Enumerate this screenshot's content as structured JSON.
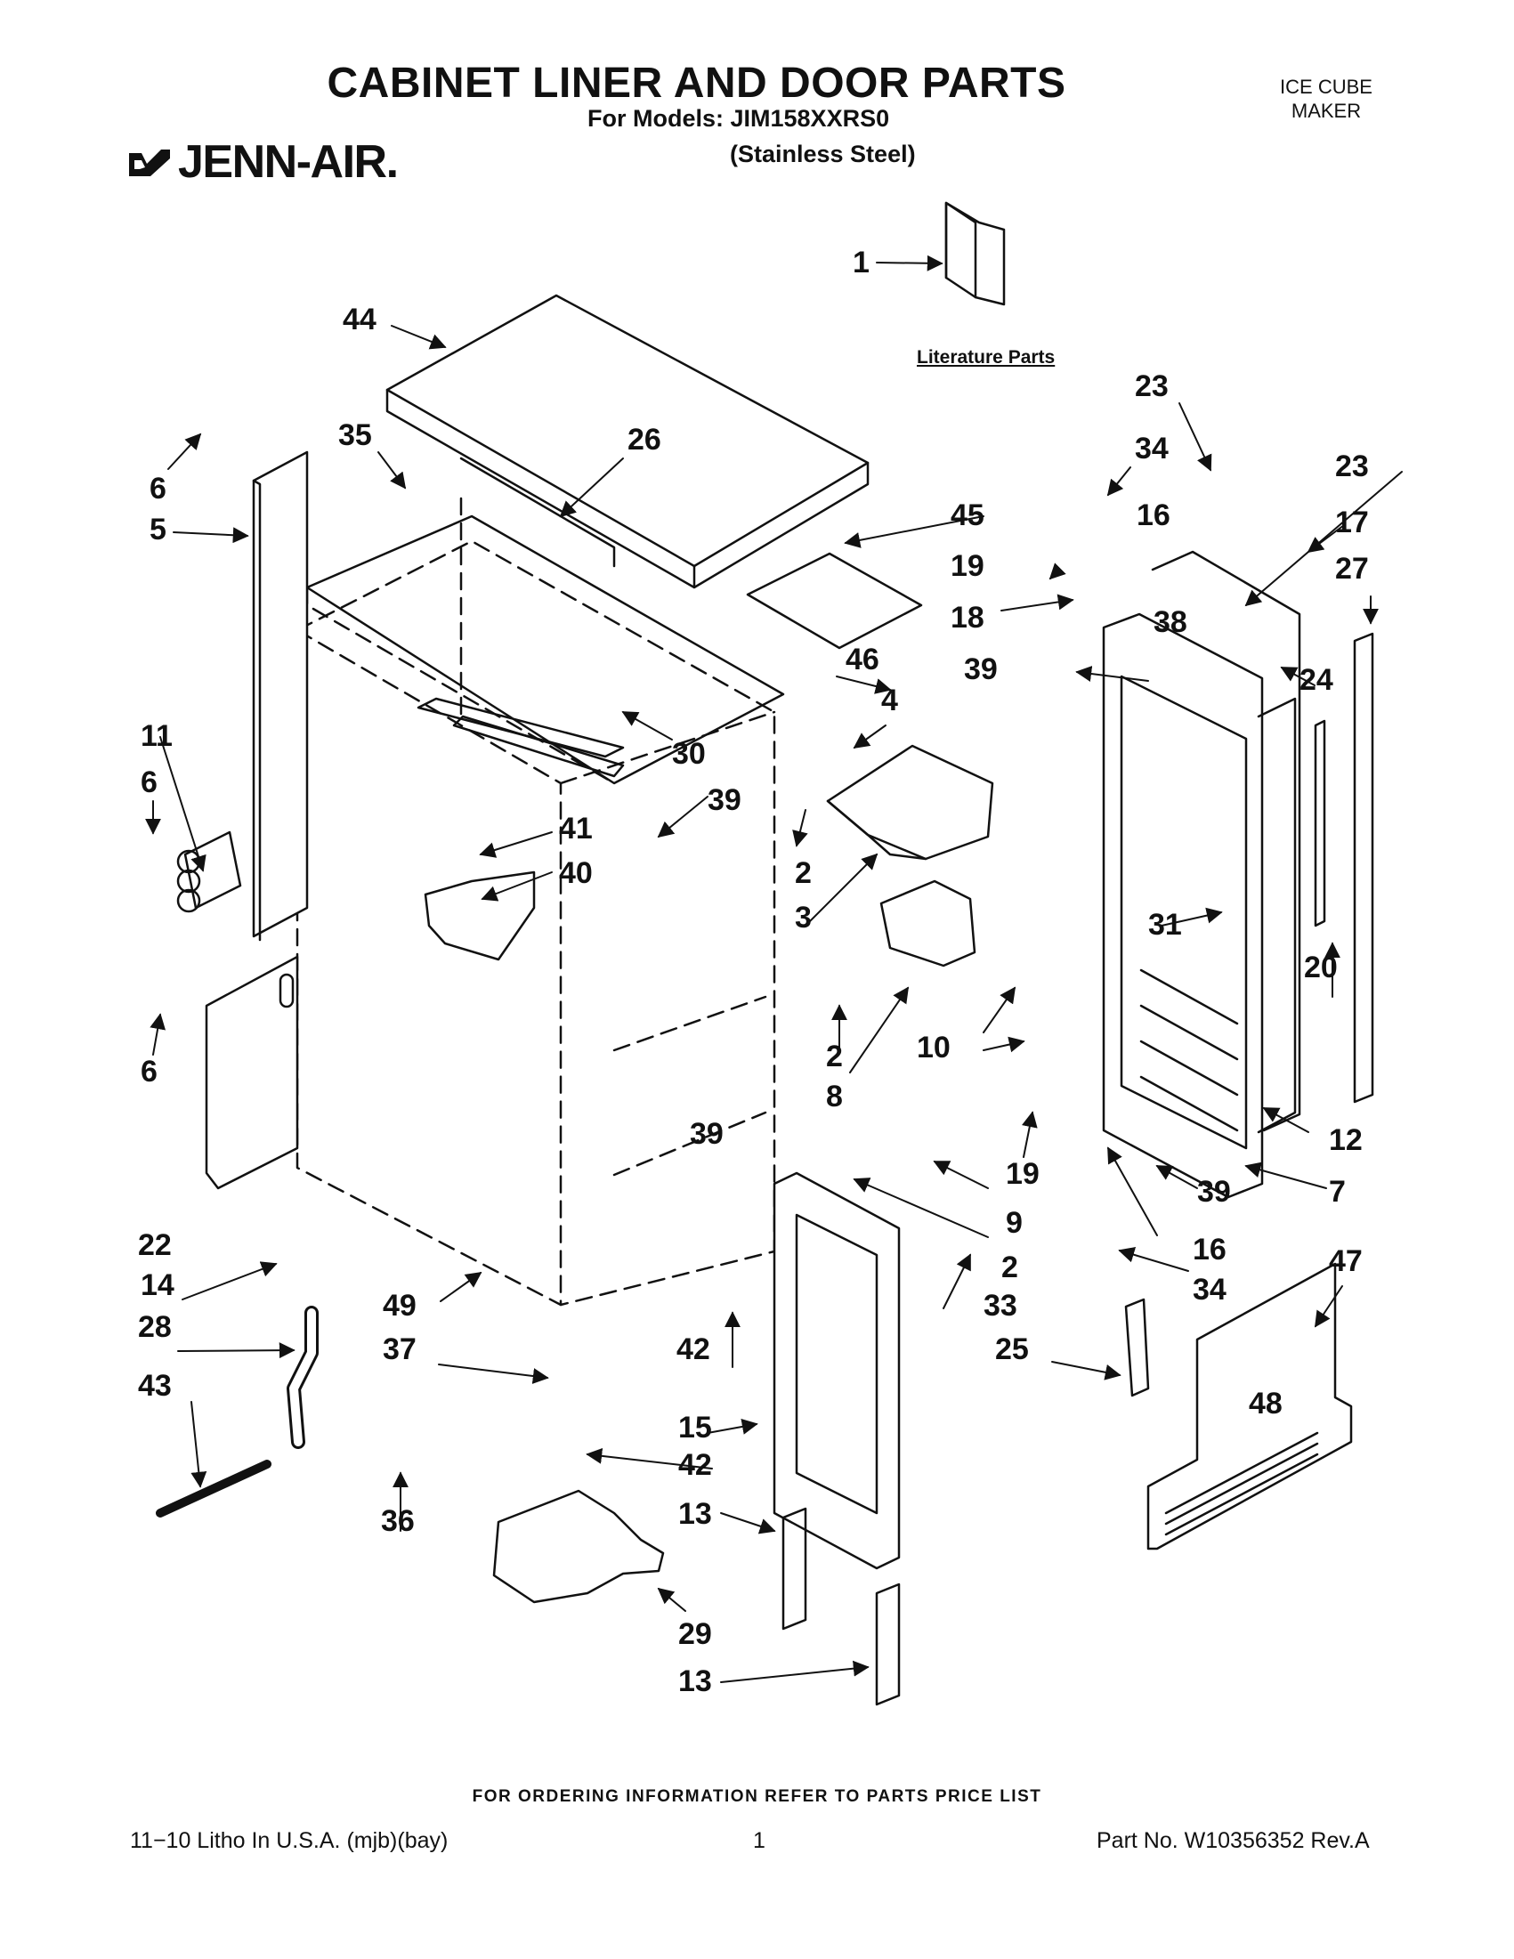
{
  "header": {
    "title": "CABINET LINER AND DOOR PARTS",
    "models": "For Models: JIM158XXRS0",
    "finish": "(Stainless Steel)",
    "product_type_line1": "ICE CUBE",
    "product_type_line2": "MAKER",
    "brand": "JENN-AIR."
  },
  "diagram": {
    "literature_label": "Literature Parts",
    "callouts": [
      "1",
      "44",
      "23",
      "6",
      "35",
      "26",
      "34",
      "23",
      "5",
      "45",
      "16",
      "17",
      "19",
      "27",
      "18",
      "38",
      "46",
      "39",
      "24",
      "4",
      "11",
      "30",
      "6",
      "39",
      "2",
      "41",
      "40",
      "3",
      "31",
      "20",
      "6",
      "2",
      "10",
      "8",
      "12",
      "19",
      "39",
      "39",
      "7",
      "9",
      "2",
      "16",
      "22",
      "14",
      "33",
      "34",
      "47",
      "49",
      "28",
      "42",
      "37",
      "25",
      "43",
      "48",
      "15",
      "42",
      "36",
      "13",
      "29",
      "13"
    ]
  },
  "footer": {
    "ordering_note": "FOR ORDERING INFORMATION REFER TO PARTS PRICE LIST",
    "litho": "11−10 Litho In U.S.A. (mjb)(bay)",
    "page_number": "1",
    "part_no": "Part No. W10356352 Rev.A"
  },
  "colors": {
    "ink": "#111111",
    "paper": "#ffffff"
  }
}
